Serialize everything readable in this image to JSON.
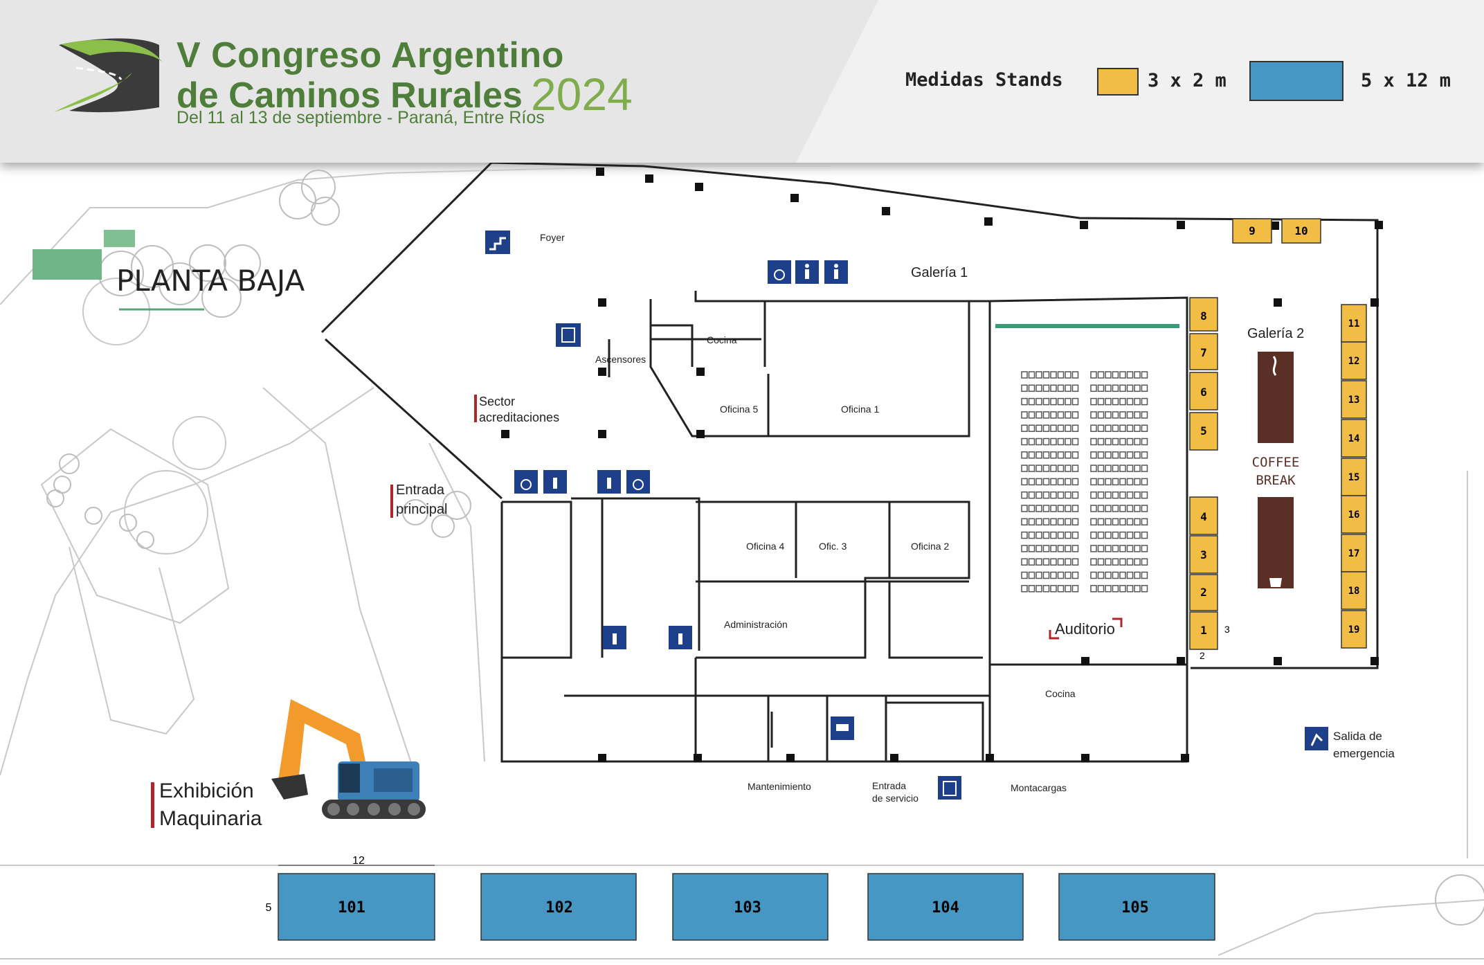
{
  "header": {
    "title_line1": "V Congreso Argentino",
    "title_line2": "de Caminos Rurales",
    "year": "2024",
    "subtitle": "Del 11 al 13 de septiembre - Paraná, Entre Ríos"
  },
  "legend": {
    "title": "Medidas Stands",
    "small_label": "3 x 2 m",
    "large_label": "5 x 12  m",
    "small_color": "#f2bd44",
    "large_color": "#4797c4"
  },
  "floor_title": "PLANTA BAJA",
  "areas": {
    "foyer": "Foyer",
    "galeria1": "Galería 1",
    "galeria2": "Galería 2",
    "cocina_top": "Cocina",
    "ascensores": "Ascensores",
    "oficina5": "Oficina 5",
    "oficina1": "Oficina 1",
    "sector_line1": "Sector",
    "sector_line2": "acreditaciones",
    "entrada_line1": "Entrada",
    "entrada_line2": "principal",
    "oficina4": "Oficina 4",
    "ofic3": "Ofic. 3",
    "oficina2": "Oficina 2",
    "administracion": "Administración",
    "auditorio": "Auditorio",
    "coffee_line1": "COFFEE",
    "coffee_line2": "BREAK",
    "cocina_bottom": "Cocina",
    "mantenimiento": "Mantenimiento",
    "entrada_servicio_line1": "Entrada",
    "entrada_servicio_line2": "de servicio",
    "montacargas": "Montacargas",
    "salida_line1": "Salida de",
    "salida_line2": "emergencia",
    "exhibicion_line1": "Exhibición",
    "exhibicion_line2": "Maquinaria"
  },
  "stands_small": {
    "s1": "1",
    "s2": "2",
    "s3": "3",
    "s4": "4",
    "s5": "5",
    "s6": "6",
    "s7": "7",
    "s8": "8",
    "s9": "9",
    "s10": "10",
    "s11": "11",
    "s12": "12",
    "s13": "13",
    "s14": "14",
    "s15": "15",
    "s16": "16",
    "s17": "17",
    "s18": "18",
    "s19": "19"
  },
  "stands_large": {
    "s101": "101",
    "s102": "102",
    "s103": "103",
    "s104": "104",
    "s105": "105"
  },
  "dimensions": {
    "large_width": "12",
    "large_depth": "5",
    "small_depth": "3",
    "small_width": "2"
  },
  "icons": [
    "stairs-icon",
    "elevator-icon",
    "wheelchair-icon",
    "restroom-woman-icon",
    "restroom-man-icon",
    "cctv-icon",
    "freight-elevator-icon",
    "emergency-exit-icon",
    "coffee-cup-icon",
    "excavator-icon",
    "logo-road-icon"
  ]
}
